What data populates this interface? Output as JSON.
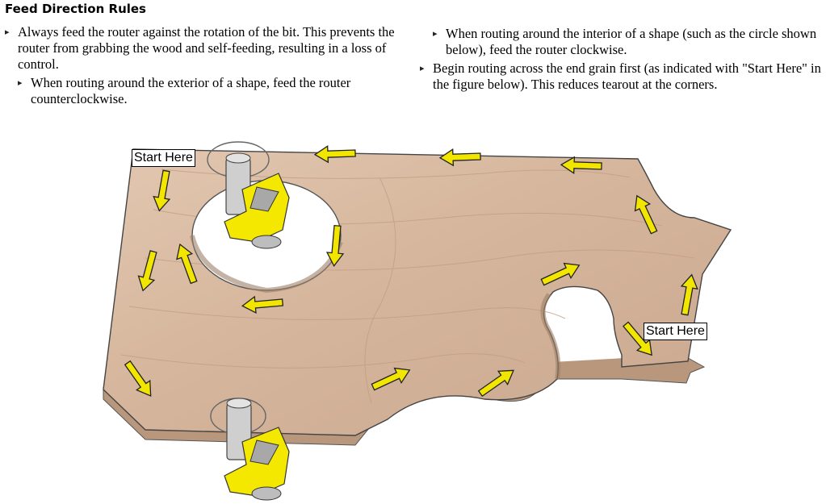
{
  "heading": "Feed Direction Rules",
  "left_bullets": [
    "Always feed the router against the rotation of the bit. This prevents the router from grabbing the wood and self-feeding, resulting in a loss of control.",
    "When routing around the exterior of a shape, feed the router counterclockwise."
  ],
  "right_bullets": [
    "When routing around the interior of a shape (such as the circle shown below), feed the router clockwise.",
    "Begin routing across the end grain first (as indicated with \"Start Here\" in the figure below). This reduces tearout at the corners."
  ],
  "figure": {
    "callout_top_left": "Start Here",
    "callout_right": "Start Here",
    "colors": {
      "wood": "#d7b9a0",
      "wood_edge": "#b89a82",
      "arrow": "#f2e600",
      "bit_yellow": "#f5e800",
      "bit_gray": "#c8c8c8"
    }
  }
}
